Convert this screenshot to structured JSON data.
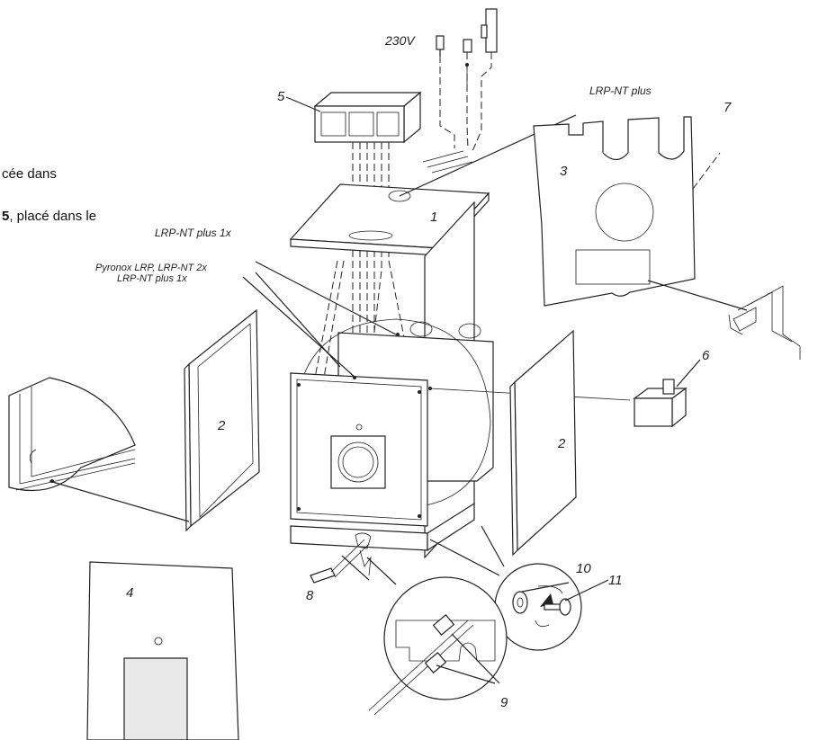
{
  "left_text": {
    "line1": "cée dans",
    "line2_bold": "5",
    "line2_rest": ", placé dans le"
  },
  "labels": {
    "voltage": "230V",
    "lrp_nt_plus": "LRP-NT plus",
    "lrp_nt_plus_1x_a": "LRP-NT plus 1x",
    "pyronox": "Pyronox LRP, LRP-NT 2x",
    "lrp_nt_plus_1x_b": "LRP-NT plus 1x"
  },
  "part_numbers": {
    "n1": "1",
    "n2_left": "2",
    "n2_right": "2",
    "n3": "3",
    "n4": "4",
    "n5": "5",
    "n6": "6",
    "n7": "7",
    "n8": "8",
    "n9": "9",
    "n10": "10",
    "n11": "11"
  }
}
